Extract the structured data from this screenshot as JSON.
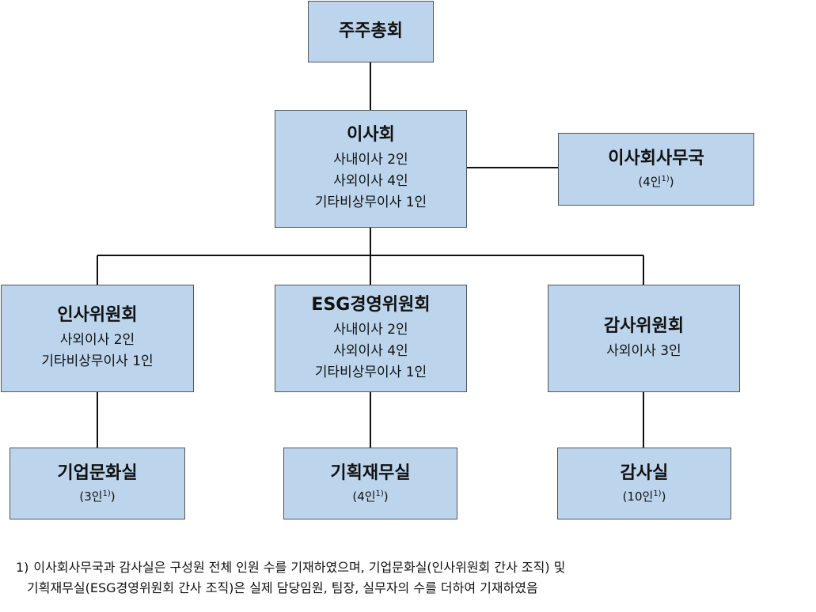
{
  "shareholders": {
    "title": "주주총회"
  },
  "board": {
    "title": "이사회",
    "lines": [
      "사내이사 2인",
      "사외이사 4인",
      "기타비상무이사 1인"
    ]
  },
  "board_office": {
    "title": "이사회사무국",
    "count": "4인",
    "note": "1)"
  },
  "committees": [
    {
      "title": "인사위원회",
      "lines": [
        "사외이사 2인",
        "기타비상무이사 1인"
      ]
    },
    {
      "title": "ESG경영위원회",
      "lines": [
        "사내이사 2인",
        "사외이사 4인",
        "기타비상무이사 1인"
      ]
    },
    {
      "title": "감사위원회",
      "lines": [
        "사외이사 3인"
      ]
    }
  ],
  "offices": [
    {
      "title": "기업문화실",
      "count": "3인",
      "note": "1)"
    },
    {
      "title": "기획재무실",
      "count": "4인",
      "note": "1)"
    },
    {
      "title": "감사실",
      "count": "10인",
      "note": "1)"
    }
  ],
  "footnote": {
    "mark": "1)",
    "line1": "이사회사무국과 감사실은 구성원 전체 인원 수를 기재하였으며, 기업문화실(인사위원회 간사 조직) 및",
    "line2": "기획재무실(ESG경영위원회 간사 조직)은 실제 담당임원, 팀장, 실무자의 수를 더하여 기재하였음"
  },
  "colors": {
    "box_fill": "#bcd5ec",
    "box_border": "#555555",
    "connector": "#111111"
  }
}
